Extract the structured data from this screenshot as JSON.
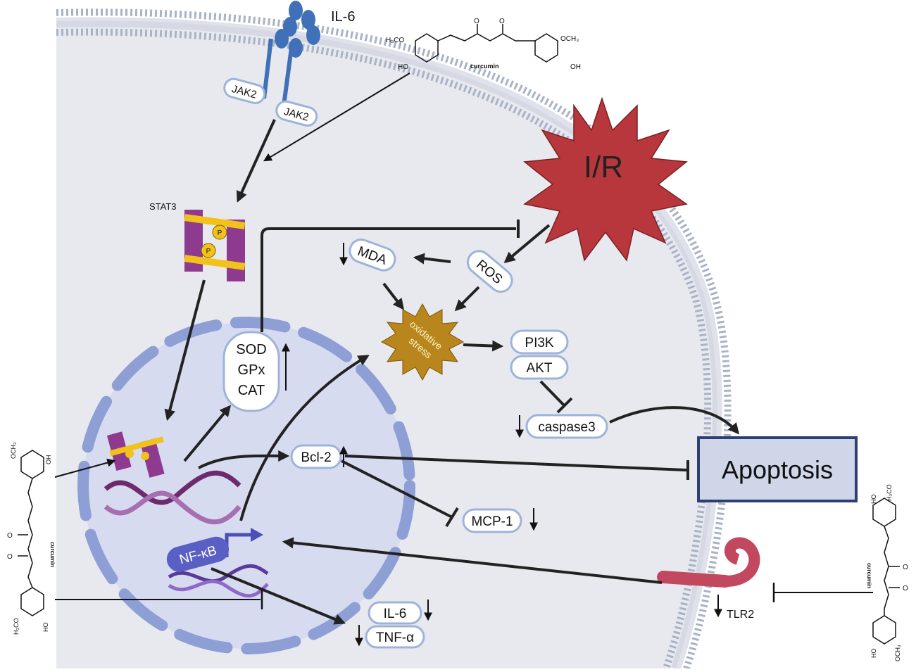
{
  "labels": {
    "il6_top": "IL-6",
    "jak2_a": "JAK2",
    "jak2_b": "JAK2",
    "stat3": "STAT3",
    "phospho": "P",
    "ir": "I/R",
    "mda": "MDA",
    "ros": "ROS",
    "oxidative_1": "oxidative",
    "oxidative_2": "stress",
    "pi3k": "PI3K",
    "akt": "AKT",
    "caspase3": "caspase3",
    "apoptosis": "Apoptosis",
    "sod": "SOD",
    "gpx": "GPx",
    "cat": "CAT",
    "bcl2": "Bcl-2",
    "mcp1": "MCP-1",
    "nfkb": "NF-κB",
    "il6_out": "IL-6",
    "tnfa": "TNF-α",
    "tlr2": "TLR2",
    "curcumin": "curcumin",
    "h3co": "H₃CO",
    "och3": "OCH₃",
    "ho": "HO",
    "oh": "OH",
    "o": "O"
  },
  "colors": {
    "membrane": "#a9b3c6",
    "cytoplasm": "#e8e9ee",
    "nucleus_fill": "#d7dbf0",
    "nucleus_border": "#8e9fd6",
    "ir_star": "#b8373c",
    "oxidative_star": "#b8861c",
    "stat3": "#8e3a8e",
    "stat3_band": "#f2c21b",
    "nfkb": "#5a5fc4",
    "il6_receptor": "#3f70b8",
    "tlr2": "#c2485f",
    "apoptosis_box": "#cfd6e8",
    "apoptosis_border": "#2f3e74"
  }
}
